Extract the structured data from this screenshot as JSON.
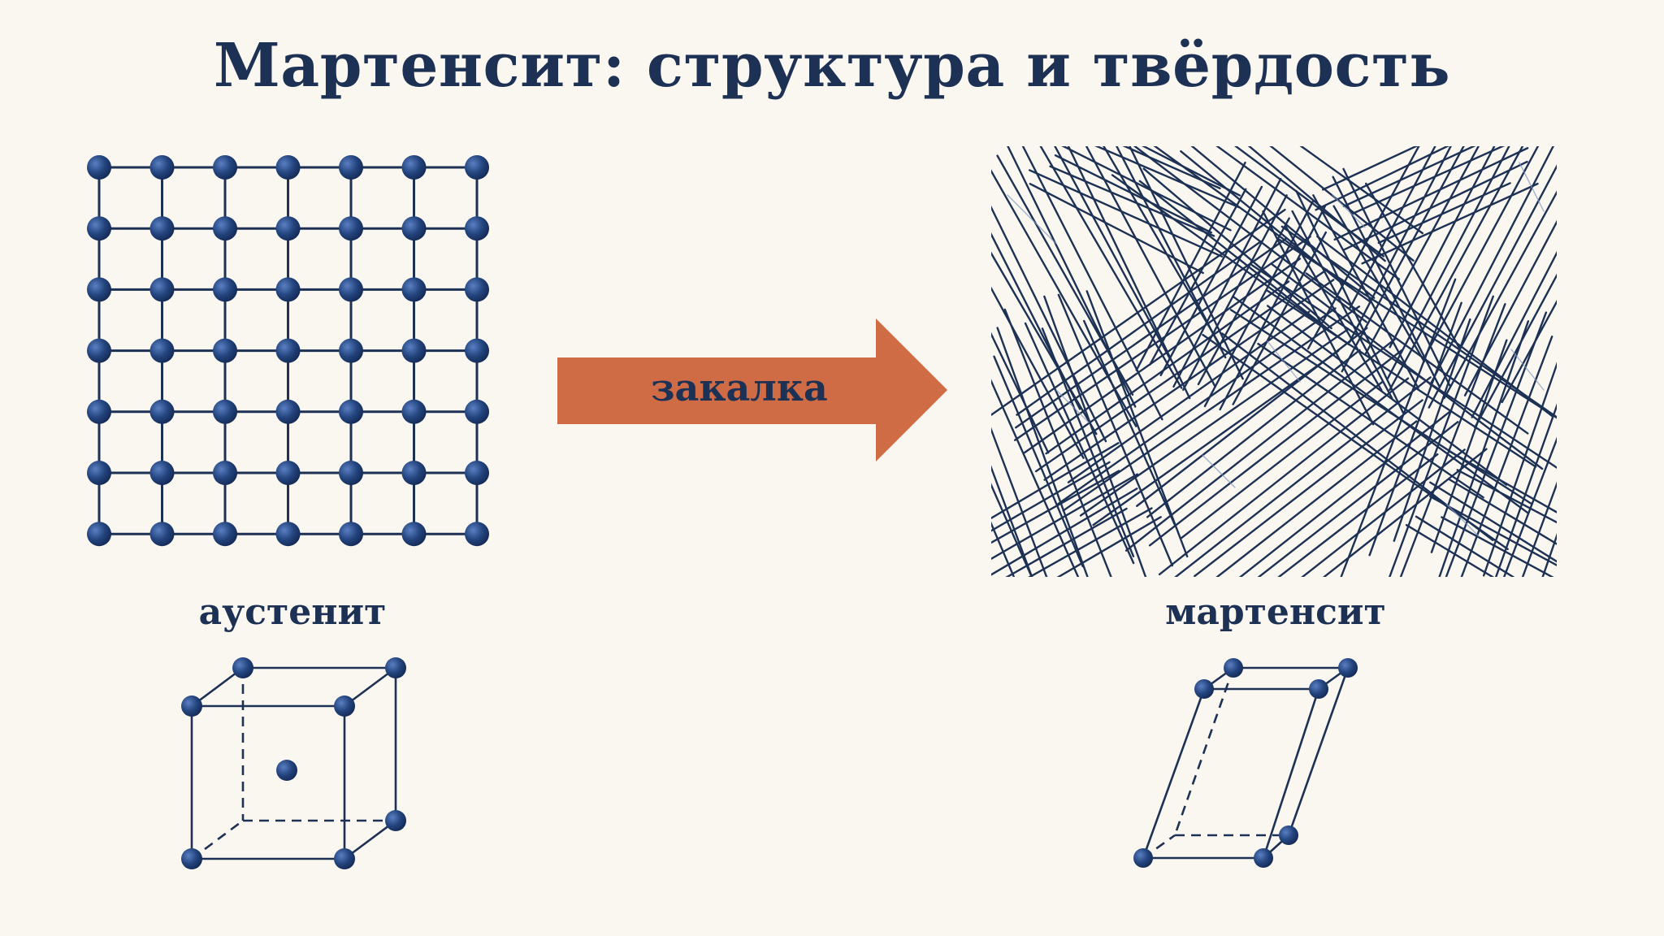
{
  "title": "Мартенсит: структура и твёрдость",
  "arrow": {
    "label": "закалка",
    "color": "#cf6b45"
  },
  "labels": {
    "left": "аустенит",
    "right": "мартенсит"
  },
  "colors": {
    "ink": "#1d3155",
    "atom": "#24457f",
    "background": "#faf7f0"
  },
  "lattice": {
    "rows": 7,
    "cols": 7
  }
}
